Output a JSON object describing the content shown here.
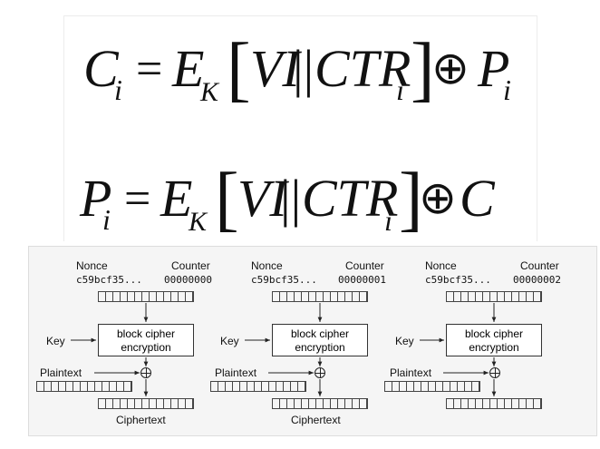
{
  "formulas": {
    "encrypt": {
      "lhs": "C",
      "lhs_sub": "i",
      "eq": "=",
      "e": "E",
      "e_sub": "K",
      "lbracket": "[",
      "iv": "VI",
      "concat": "||",
      "ctr": "CTR",
      "ctr_sub": "i",
      "rbracket": "]",
      "xor": "⊕",
      "rhs": "P",
      "rhs_sub": "i"
    },
    "decrypt": {
      "lhs": "P",
      "lhs_sub": "i",
      "eq": "=",
      "e": "E",
      "e_sub": "K",
      "lbracket": "[",
      "iv": "VI",
      "concat": "||",
      "ctr": "CTR",
      "ctr_sub": "i",
      "rbracket": "]",
      "xor": "⊕",
      "rhs": "C"
    }
  },
  "diagram": {
    "blocks": [
      {
        "nonce_label": "Nonce",
        "nonce_value": "c59bcf35...",
        "counter_label": "Counter",
        "counter_value": "00000000",
        "key_label": "Key",
        "cipher_line1": "block cipher",
        "cipher_line2": "encryption",
        "plaintext_label": "Plaintext",
        "ciphertext_label": "Ciphertext"
      },
      {
        "nonce_label": "Nonce",
        "nonce_value": "c59bcf35...",
        "counter_label": "Counter",
        "counter_value": "00000001",
        "key_label": "Key",
        "cipher_line1": "block cipher",
        "cipher_line2": "encryption",
        "plaintext_label": "Plaintext",
        "ciphertext_label": "Ciphertext"
      },
      {
        "nonce_label": "Nonce",
        "nonce_value": "c59bcf35...",
        "counter_label": "Counter",
        "counter_value": "00000002",
        "key_label": "Key",
        "cipher_line1": "block cipher",
        "cipher_line2": "encryption",
        "plaintext_label": "Plaintext",
        "ciphertext_label": ""
      }
    ]
  }
}
